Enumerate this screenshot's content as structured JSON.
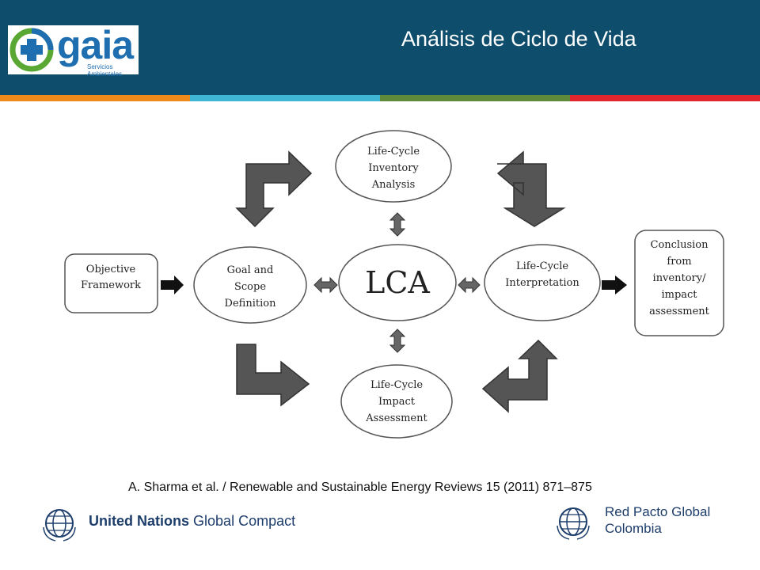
{
  "header": {
    "title": "Análisis de Ciclo de Vida",
    "logo_text": "gaia",
    "logo_subtitle": "Servicios Ambientales",
    "background_color": "#0e4d6b"
  },
  "stripe_colors": [
    "#ee8a1b",
    "#3fb6d3",
    "#5e8a3a",
    "#e1262e"
  ],
  "diagram": {
    "nodes": {
      "inventory": [
        "Life-Cycle",
        "Inventory",
        "Analysis"
      ],
      "objective": [
        "Objective",
        "Framework"
      ],
      "goal": [
        "Goal and",
        "Scope",
        "Definition"
      ],
      "lca": "LCA",
      "interpretation": [
        "Life-Cycle",
        "Interpretation"
      ],
      "conclusion": [
        "Conclusion",
        "from",
        "inventory/",
        "impact",
        "assessment"
      ],
      "impact": [
        "Life-Cycle",
        "Impact",
        "Assessment"
      ]
    }
  },
  "citation": "A. Sharma et al. / Renewable and Sustainable Energy Reviews 15 (2011) 871–875",
  "footer": {
    "left_logo_bold": "United Nations",
    "left_logo_light": "Global Compact",
    "right_logo_line1": "Red Pacto Global",
    "right_logo_line2": "Colombia"
  }
}
